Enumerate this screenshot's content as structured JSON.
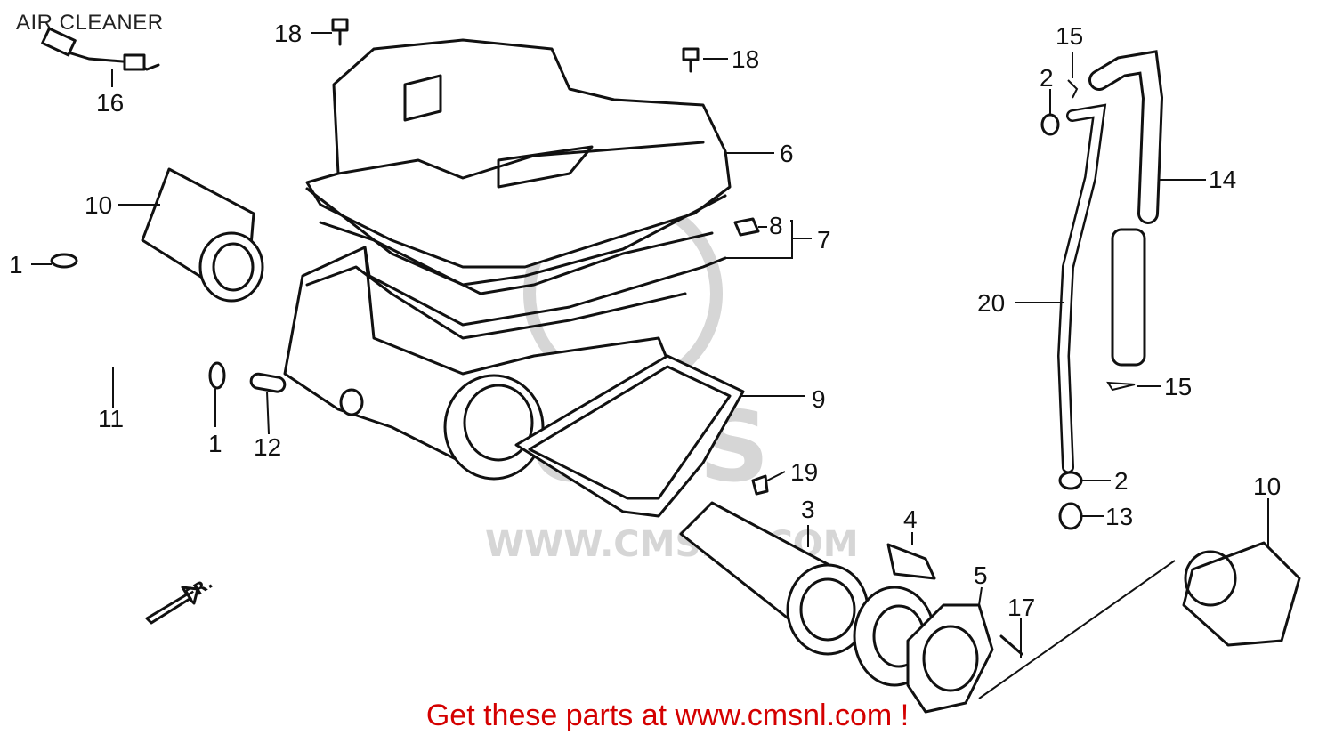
{
  "title": "AIR CLEANER",
  "watermark": {
    "brand": "CMS",
    "url": "WWW.CMSNL.COM"
  },
  "direction_marker": "FR.",
  "footer": "Get these parts at www.cmsnl.com !",
  "colors": {
    "line": "#111111",
    "footer": "#d40000",
    "watermark": "#cfcfcf"
  },
  "callouts": {
    "c1a": "1",
    "c1b": "1",
    "c2a": "2",
    "c2b": "2",
    "c3": "3",
    "c4": "4",
    "c5": "5",
    "c6": "6",
    "c7": "7",
    "c8": "8",
    "c9": "9",
    "c10a": "10",
    "c10b": "10",
    "c11": "11",
    "c12": "12",
    "c13": "13",
    "c14": "14",
    "c15a": "15",
    "c15b": "15",
    "c16": "16",
    "c17": "17",
    "c18a": "18",
    "c18b": "18",
    "c19": "19",
    "c20": "20"
  }
}
